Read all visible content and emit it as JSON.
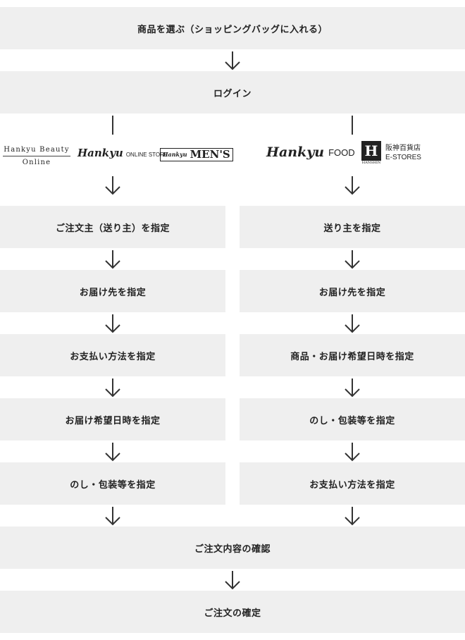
{
  "steps": {
    "top": [
      "商品を選ぶ（ショッピングバッグに入れる）",
      "ログイン"
    ],
    "left": [
      "ご注文主（送り主）を指定",
      "お届け先を指定",
      "お支払い方法を指定",
      "お届け希望日時を指定",
      "のし・包装等を指定"
    ],
    "right": [
      "送り主を指定",
      "お届け先を指定",
      "商品・お届け希望日時を指定",
      "のし・包装等を指定",
      "お支払い方法を指定"
    ],
    "bottom": [
      "ご注文内容の確認",
      "ご注文の確定"
    ]
  },
  "logos": {
    "hankyu_beauty_line1": "Hankyu Beauty",
    "hankyu_beauty_line2": "Online",
    "hankyu_script": "Hankyu",
    "online_store": "ONLINE STORE",
    "mens_script": "Hankyu",
    "mens_word": "MEN'S",
    "food_script": "Hankyu",
    "food_word": "FOOD",
    "hanshin_mark": "H",
    "hanshin_jp": "阪神百貨店",
    "hanshin_en": "E-STORES",
    "hanshin_small": "HANSHIN"
  },
  "colors": {
    "box_bg": "#efefef",
    "text": "#222222",
    "arrow": "#333333"
  }
}
